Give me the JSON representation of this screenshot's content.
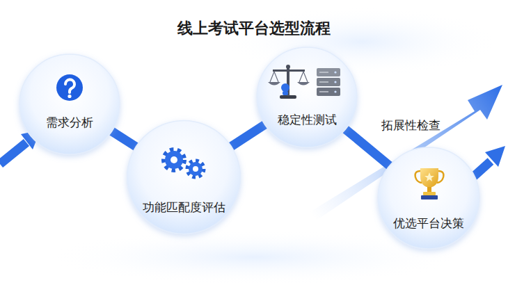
{
  "diagram": {
    "title": "线上考试平台选型流程",
    "nodes": [
      {
        "text": [
          "需求分析"
        ]
      },
      {
        "text": [
          "功能匹配度评估"
        ]
      },
      {
        "text": [
          "稳定性测试"
        ]
      },
      {
        "text": [
          "优选平台决策"
        ]
      }
    ],
    "edges": [
      {
        "from": 0,
        "to": 1,
        "arrow": "none"
      },
      {
        "from": 1,
        "to": 2,
        "arrow": "none"
      },
      {
        "from": 2,
        "to": 3,
        "arrow": "none"
      }
    ],
    "labels": [
      "拓展性检查"
    ]
  }
}
